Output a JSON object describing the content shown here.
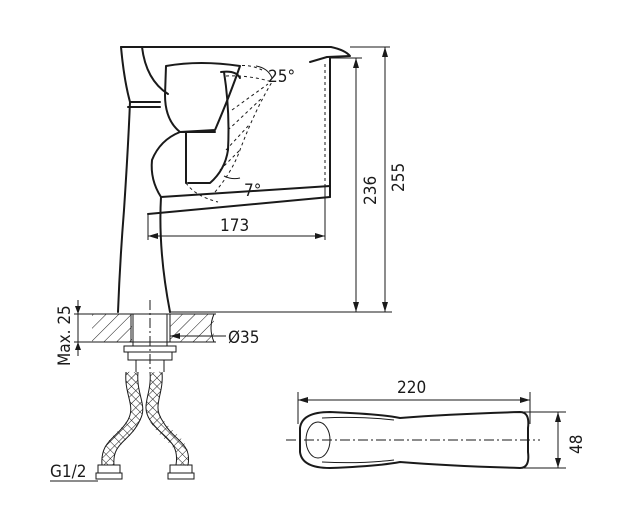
{
  "dimensions": {
    "spout_reach": "173",
    "spout_height": "236",
    "total_height": "255",
    "handle_angle_up": "25°",
    "handle_angle_down": "7°",
    "max_deck_thickness": "Max. 25",
    "mounting_hole": "Ø35",
    "hose_thread": "G1/2",
    "top_view_length": "220",
    "top_view_width": "48"
  }
}
